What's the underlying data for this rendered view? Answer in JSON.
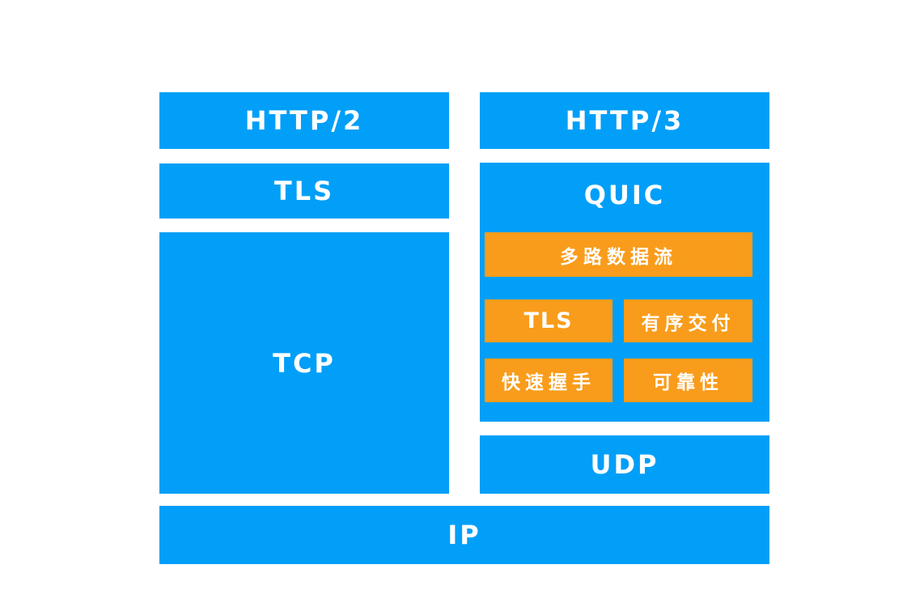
{
  "colors": {
    "blue": "#019ff8",
    "orange": "#f99c1b",
    "text": "#ffffff",
    "background": "#ffffff"
  },
  "left_stack": {
    "http2_label": "HTTP/2",
    "tls_label": "TLS",
    "tcp_label": "TCP"
  },
  "right_stack": {
    "http3_label": "HTTP/3",
    "quic_label": "QUIC",
    "features": {
      "multiplex_label": "多路数据流",
      "tls_label": "TLS",
      "ordered_delivery_label": "有序交付",
      "fast_handshake_label": "快速握手",
      "reliability_label": "可靠性"
    },
    "udp_label": "UDP"
  },
  "bottom": {
    "ip_label": "IP"
  }
}
